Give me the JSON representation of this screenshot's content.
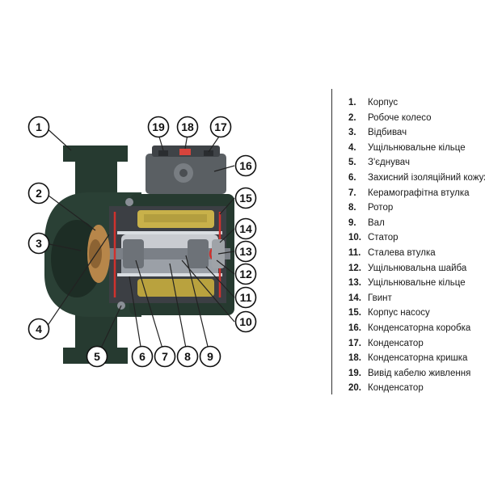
{
  "diagram": {
    "callouts": [
      {
        "number": "1"
      },
      {
        "number": "2"
      },
      {
        "number": "3"
      },
      {
        "number": "4"
      },
      {
        "number": "5"
      },
      {
        "number": "6"
      },
      {
        "number": "7"
      },
      {
        "number": "8"
      },
      {
        "number": "9"
      },
      {
        "number": "10"
      },
      {
        "number": "11"
      },
      {
        "number": "12"
      },
      {
        "number": "13"
      },
      {
        "number": "14"
      },
      {
        "number": "15"
      },
      {
        "number": "16"
      },
      {
        "number": "17"
      },
      {
        "number": "18"
      },
      {
        "number": "19"
      }
    ]
  },
  "legend": {
    "items": [
      {
        "number": "1.",
        "label": "Корпус"
      },
      {
        "number": "2.",
        "label": "Робоче колесо"
      },
      {
        "number": "3.",
        "label": "Відбивач"
      },
      {
        "number": "4.",
        "label": "Ущільнювальне кільце"
      },
      {
        "number": "5.",
        "label": "З'єднувач"
      },
      {
        "number": "6.",
        "label": "Захисний ізоляційний кожух"
      },
      {
        "number": "7.",
        "label": "Керамографітна втулка"
      },
      {
        "number": "8.",
        "label": "Ротор"
      },
      {
        "number": "9.",
        "label": "Вал"
      },
      {
        "number": "10.",
        "label": "Статор"
      },
      {
        "number": "11.",
        "label": "Сталева втулка"
      },
      {
        "number": "12.",
        "label": "Ущільнювальна шайба"
      },
      {
        "number": "13.",
        "label": "Ущільнювальне кільце"
      },
      {
        "number": "14.",
        "label": "Гвинт"
      },
      {
        "number": "15.",
        "label": "Корпус насосу"
      },
      {
        "number": "16.",
        "label": "Конденсаторна коробка"
      },
      {
        "number": "17.",
        "label": "Конденсатор"
      },
      {
        "number": "18.",
        "label": "Конденсаторна кришка"
      },
      {
        "number": "19.",
        "label": "Вивід кабелю живлення"
      },
      {
        "number": "20.",
        "label": "Конденсатор"
      }
    ]
  },
  "colors": {
    "pump_body": "#263a30",
    "pump_body_dark": "#1a2a22",
    "stator": "#c8b14a",
    "rotor": "#8a8f96",
    "bearing": "#6d7278",
    "capacitor_box": "#5a5f63",
    "capacitor_cap": "#d8443c",
    "line": "#222222"
  }
}
